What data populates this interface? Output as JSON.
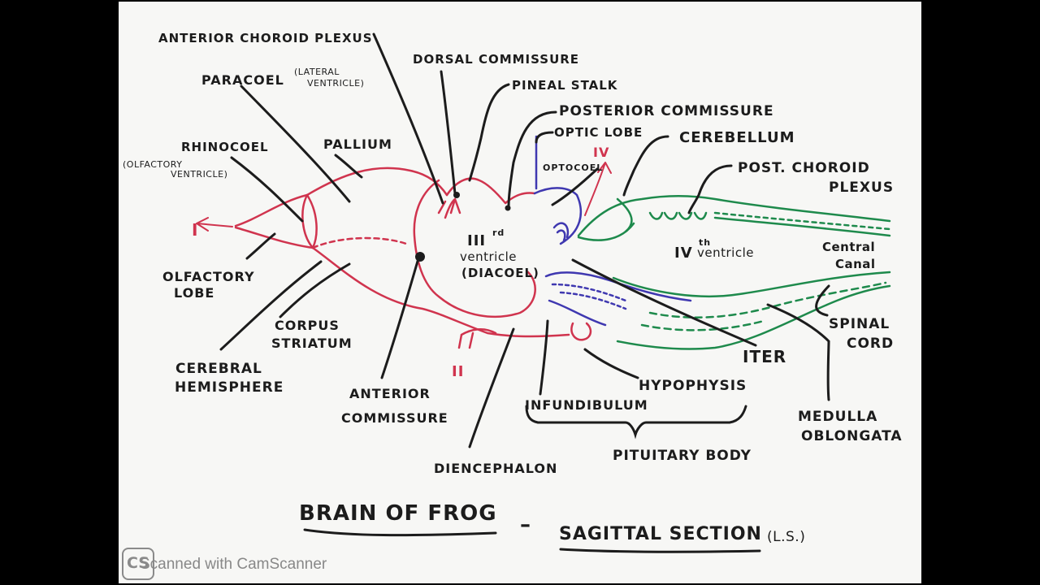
{
  "labels": {
    "anterior_choroid_plexus": "ANTERIOR CHOROID PLEXUS",
    "dorsal_commissure": "DORSAL COMMISSURE",
    "paracoel": "PARACOEL",
    "lateral": "(LATERAL",
    "ventricle_paren": "VENTRICLE)",
    "pineal_stalk": "PINEAL STALK",
    "posterior_commissure": "POSTERIOR COMMISSURE",
    "optic_lobe": "OPTIC LOBE",
    "cerebellum": "CEREBELLUM",
    "rhinocoel": "RHINOCOEL",
    "olfactory_paren": "(OLFACTORY",
    "ventricle_paren2": "VENTRICLE)",
    "pallium": "PALLIUM",
    "optocoel": "OPTOCOEL",
    "post_choroid_1": "POST. CHOROID",
    "post_choroid_2": "PLEXUS",
    "nerve_I": "I",
    "nerve_IV": "IV",
    "nerve_II": "II",
    "third_ventricle_num": "III",
    "third_ventricle_sup": "rd",
    "third_ventricle_word": "ventricle",
    "diacoel": "(DIACOEL)",
    "fourth_ventricle_num": "IV",
    "fourth_ventricle_sup": "th",
    "fourth_ventricle_word": "ventricle",
    "central_1": "Central",
    "central_2": "Canal",
    "olfactory_1": "OLFACTORY",
    "olfactory_2": "LOBE",
    "corpus_1": "CORPUS",
    "corpus_2": "STRIATUM",
    "cerebral_1": "CEREBRAL",
    "cerebral_2": "HEMISPHERE",
    "anterior_comm_1": "ANTERIOR",
    "anterior_comm_2": "COMMISSURE",
    "spinal_1": "SPINAL",
    "spinal_2": "CORD",
    "iter": "ITER",
    "hypophysis": "HYPOPHYSIS",
    "infundibulum": "INFUNDIBULUM",
    "medulla_1": "MEDULLA",
    "medulla_2": "OBLONGATA",
    "pituitary_body": "PITUITARY BODY",
    "diencephalon": "DIENCEPHALON"
  },
  "title": {
    "part1": "BRAIN OF FROG",
    "dash": "–",
    "part2": "SAGITTAL SECTION",
    "part3": "(L.S.)"
  },
  "watermark": {
    "logo": "CS",
    "text": "Scanned with CamScanner"
  },
  "colors": {
    "forebrain": "#d0344e",
    "midbrain": "#3f38b0",
    "hindbrain": "#1e8a4c"
  }
}
